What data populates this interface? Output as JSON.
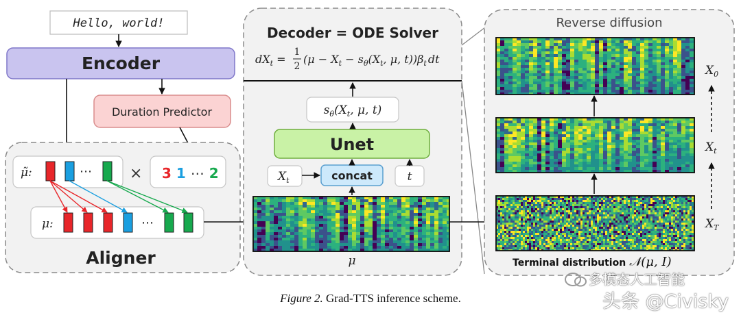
{
  "input_text": "Hello, world!",
  "encoder": {
    "label": "Encoder"
  },
  "duration_predictor": {
    "label": "Duration Predictor"
  },
  "aligner": {
    "label": "Aligner",
    "mu_tilde_label": "μ̃:",
    "mu_label": "μ:",
    "ellipsis": "⋯",
    "times": "×",
    "durations": [
      {
        "text": "3",
        "color": "#e8262a"
      },
      {
        "text": "1",
        "color": "#1a9fe0"
      },
      {
        "text": "⋯",
        "color": "#333333"
      },
      {
        "text": "2",
        "color": "#17a94e"
      }
    ]
  },
  "decoder": {
    "title": "Decoder = ODE Solver",
    "equation": {
      "lhs": "dX",
      "lhs_sub": "t",
      "eq": " = ",
      "frac_num": "1",
      "frac_den": "2",
      "body": "(μ − X",
      "body_sub": "t",
      "body2": " − s",
      "theta": "θ",
      "body3": "(X",
      "body3_sub": "t",
      "body4": ", μ, t))β",
      "beta_sub": "t",
      "body5": "dt"
    },
    "score_label": {
      "s": "s",
      "theta": "θ",
      "rest": "(X",
      "sub": "t",
      "rest2": ", μ, t)"
    },
    "unet_label": "Unet",
    "concat_label": "concat",
    "xt_label": {
      "x": "X",
      "sub": "t"
    },
    "t_label": "t",
    "mu_bottom_label": "μ"
  },
  "reverse_diffusion": {
    "title": "Reverse diffusion",
    "labels": [
      {
        "x": "X",
        "sub": "0"
      },
      {
        "x": "X",
        "sub": "t"
      },
      {
        "x": "X",
        "sub": "T"
      }
    ],
    "terminal_text": "Terminal distribution ",
    "terminal_math": "𝒩(μ, I)"
  },
  "caption": {
    "figure": "Figure 2.",
    "text": " Grad-TTS inference scheme."
  },
  "watermark": {
    "line1": "多模态人工智能",
    "line2": "头条 @Civisky"
  },
  "colors": {
    "encoder_fill": "#c9c4ef",
    "encoder_stroke": "#7f76c9",
    "duration_fill": "#fbd3d3",
    "duration_stroke": "#d98c8c",
    "unet_fill": "#c9f2a6",
    "unet_stroke": "#6fae3e",
    "concat_fill": "#cde9fb",
    "concat_stroke": "#5a9fd0",
    "panel_fill": "#f2f2f2",
    "panel_stroke": "#8a8a8a",
    "red": "#e8262a",
    "blue": "#1a9fe0",
    "green": "#17a94e"
  }
}
